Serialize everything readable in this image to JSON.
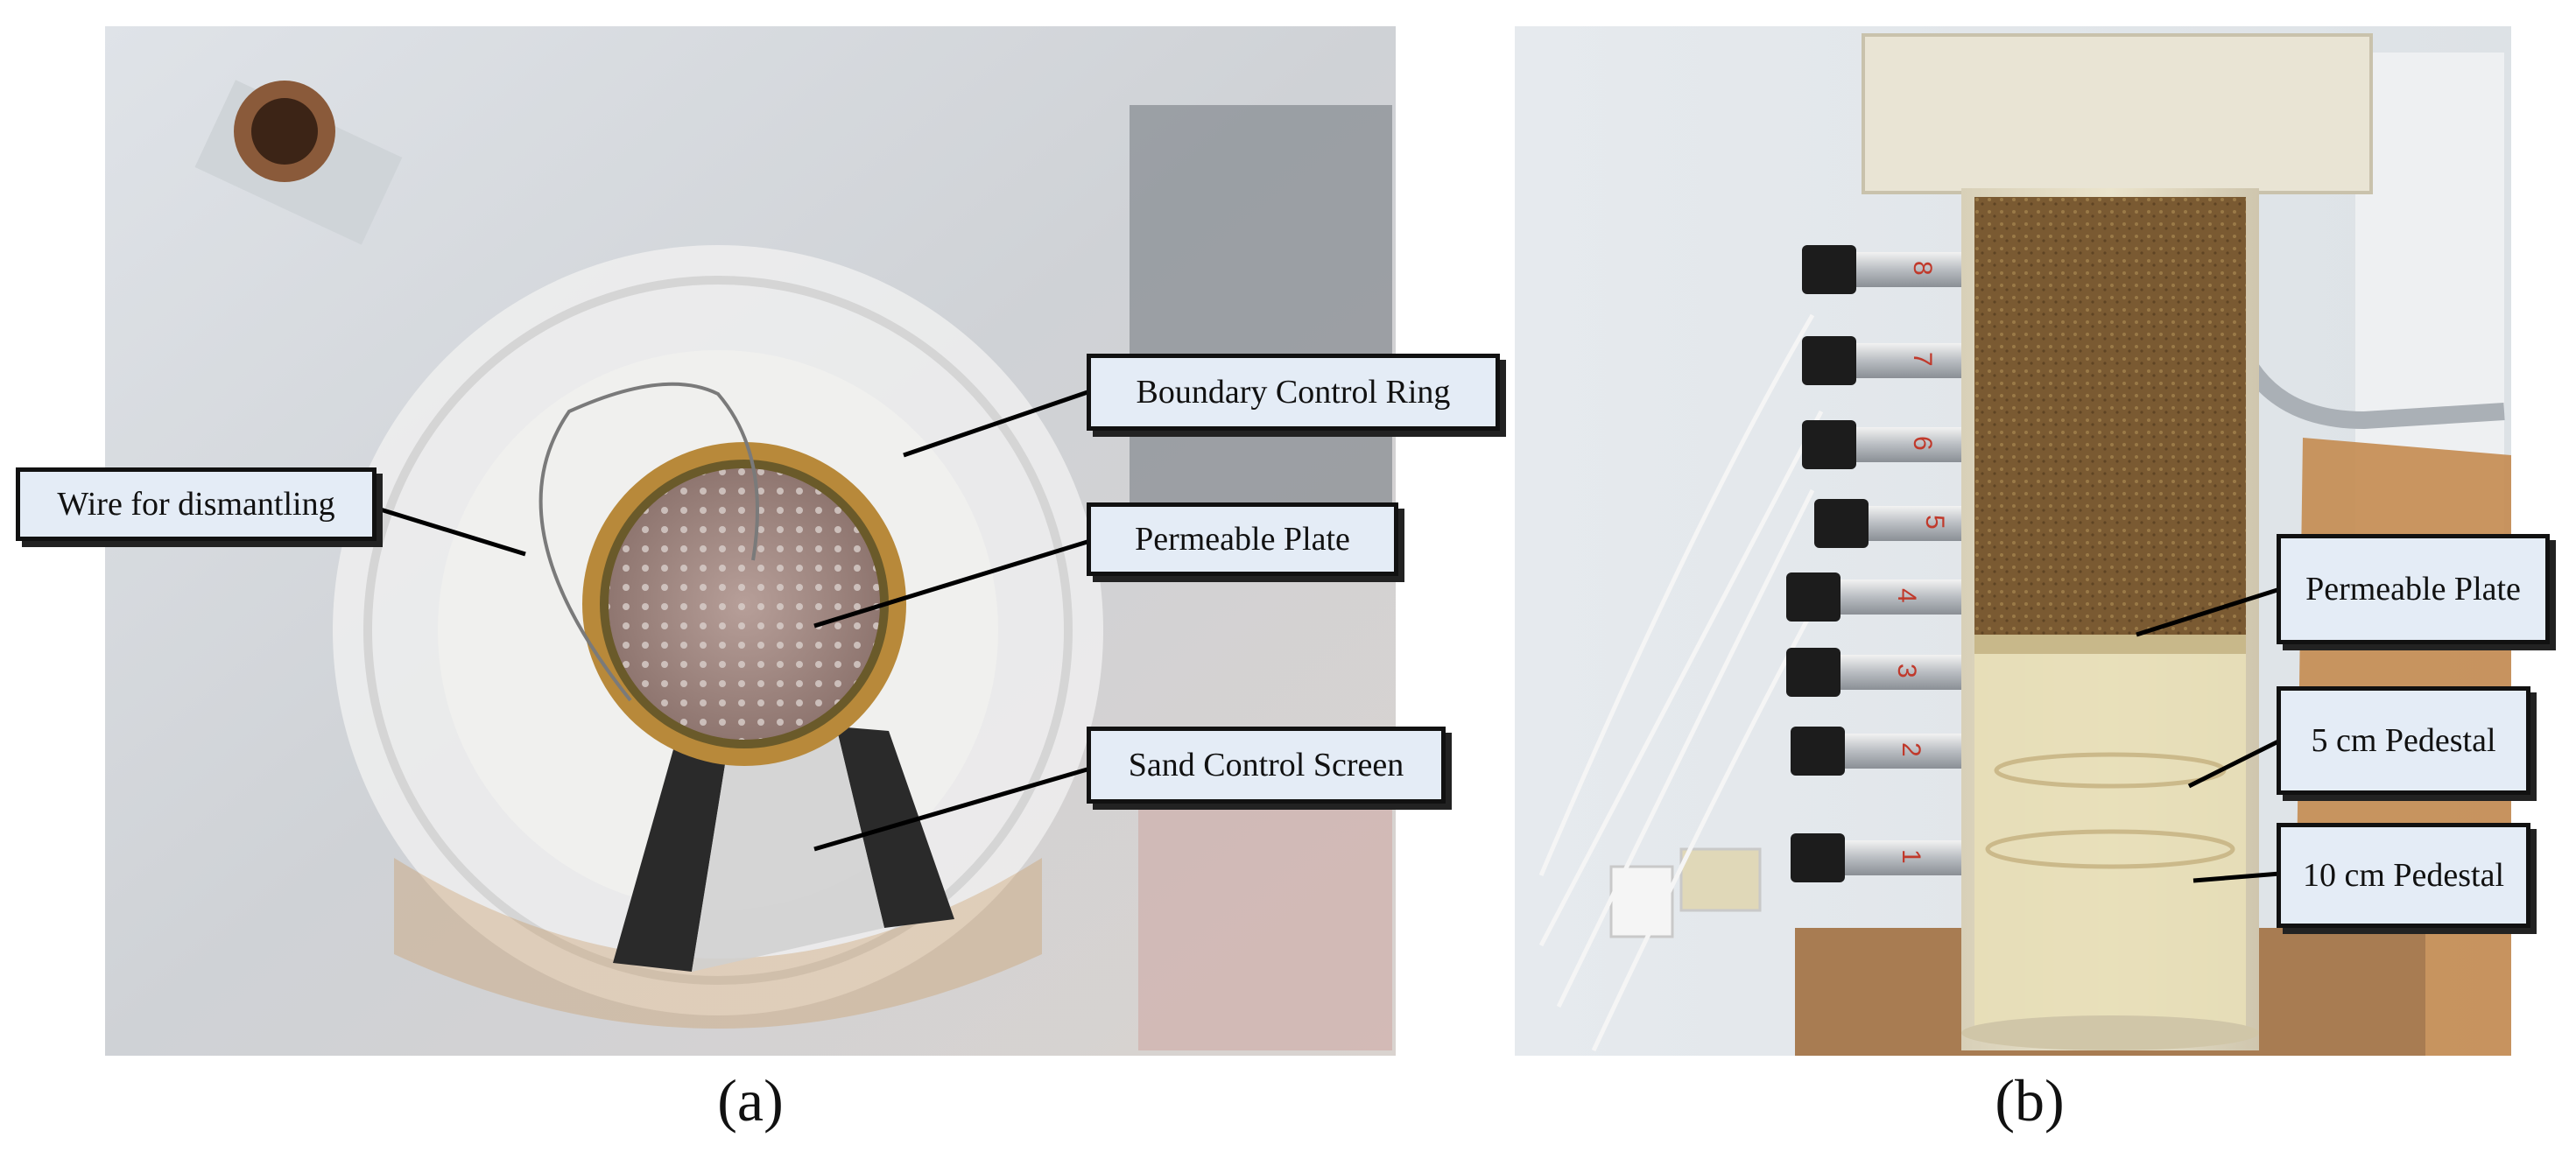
{
  "panels": [
    {
      "caption": "(a)",
      "callouts": [
        {
          "id": "boundary_control_ring",
          "text": "Boundary Control Ring"
        },
        {
          "id": "wire_for_dismantling",
          "text": "Wire for dismantling"
        },
        {
          "id": "permeable_plate",
          "text": "Permeable Plate"
        },
        {
          "id": "sand_control_screen",
          "text": "Sand Control Screen"
        }
      ]
    },
    {
      "caption": "(b)",
      "callouts": [
        {
          "id": "permeable_plate",
          "text": "Permeable Plate"
        },
        {
          "id": "pedestal_5cm",
          "text": "5 cm Pedestal"
        },
        {
          "id": "pedestal_10cm",
          "text": "10 cm Pedestal"
        }
      ],
      "sensor_labels": [
        "8",
        "7",
        "6",
        "5",
        "4",
        "3",
        "2",
        "1"
      ]
    }
  ],
  "colors": {
    "label_fill": "#e4ecf6",
    "label_border": "#111111",
    "sand": "#7a5a32",
    "brass_ring": "#b8893a",
    "water": "#e8dfb8"
  }
}
